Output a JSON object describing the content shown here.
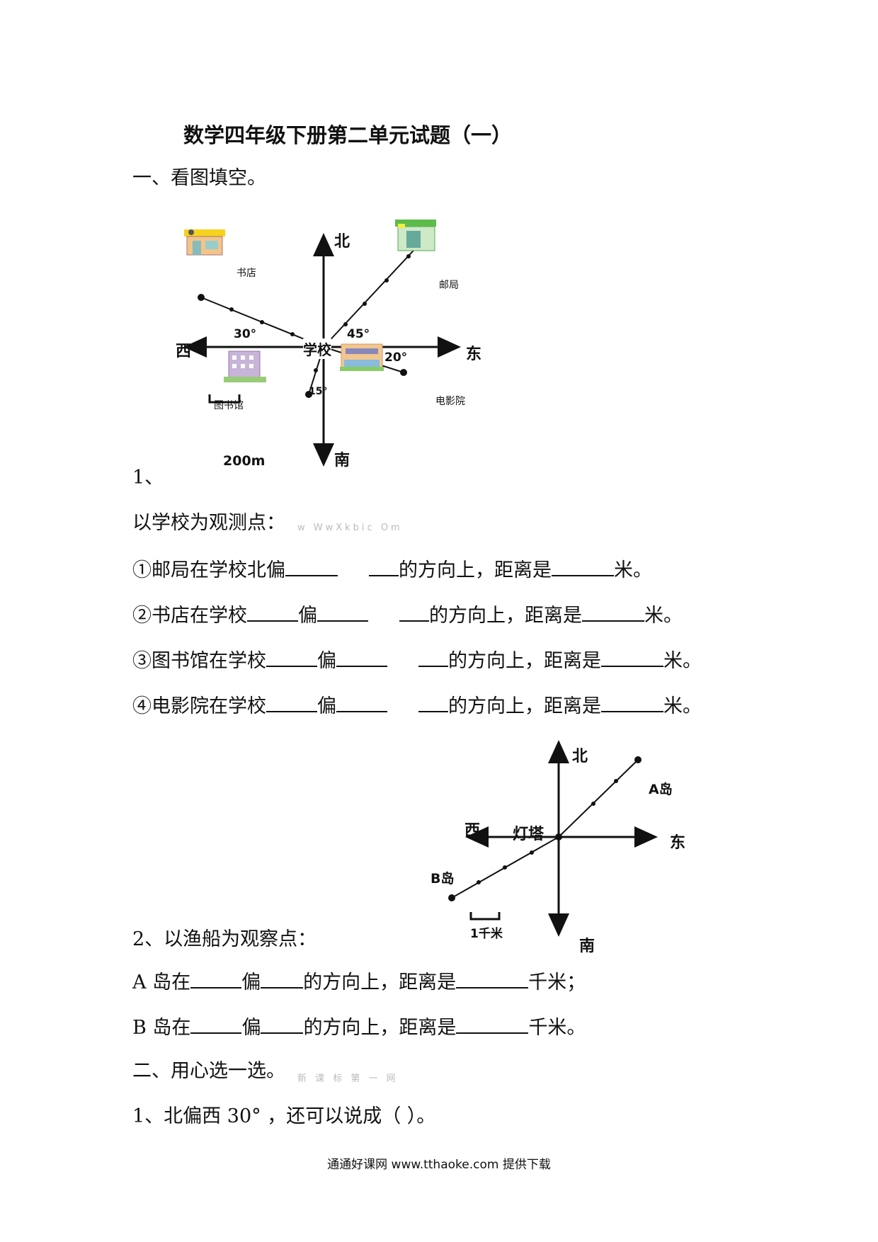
{
  "title": "数学四年级下册第二单元试题（一）",
  "section1": {
    "heading": "一、看图填空。",
    "diagram1": {
      "north": "北",
      "south": "南",
      "east": "东",
      "west": "西",
      "center": "学校",
      "angles": {
        "bookstore": "30°",
        "post_office": "45°",
        "cinema": "20°",
        "library": "15°"
      },
      "places": {
        "bookstore": "书店",
        "post_office": "邮局",
        "library": "图书馆",
        "cinema": "电影院"
      },
      "scale": "200m"
    },
    "q1_number": "1、",
    "q1_intro": "以学校为观测点：",
    "q1_watermark": "w  WwXkbic Om",
    "q1_items": [
      {
        "a": "①邮局在学校北偏",
        "b": "",
        "c": "的方向上，距离是",
        "d": "米。"
      },
      {
        "a": "②书店在学校",
        "b": "偏",
        "c": "的方向上，距离是",
        "d": "米。"
      },
      {
        "a": "③图书馆在学校",
        "b": "偏",
        "c": "的方向上，距离是",
        "d": "米。"
      },
      {
        "a": "④电影院在学校",
        "b": "偏",
        "c": "的方向上，距离是",
        "d": "米。"
      }
    ],
    "diagram2": {
      "north": "北",
      "south": "南",
      "east": "东",
      "west": "西",
      "center": "灯塔",
      "islandA": "A岛",
      "islandB": "B岛",
      "scale": "1千米"
    },
    "q2_intro": "2、以渔船为观察点：",
    "q2_items": [
      {
        "a": "A 岛在",
        "b": "偏",
        "c": "的方向上，距离是",
        "d": "千米；"
      },
      {
        "a": "B 岛在",
        "b": "偏",
        "c": "的方向上，距离是",
        "d": "千米。"
      }
    ]
  },
  "section2": {
    "heading": "二、用心选一选。",
    "watermark": "新 课 标 第 一 网",
    "q1": "1、北偏西 30° ，还可以说成（          ）。"
  },
  "footer": "通通好课网  www.tthaoke.com  提供下载"
}
